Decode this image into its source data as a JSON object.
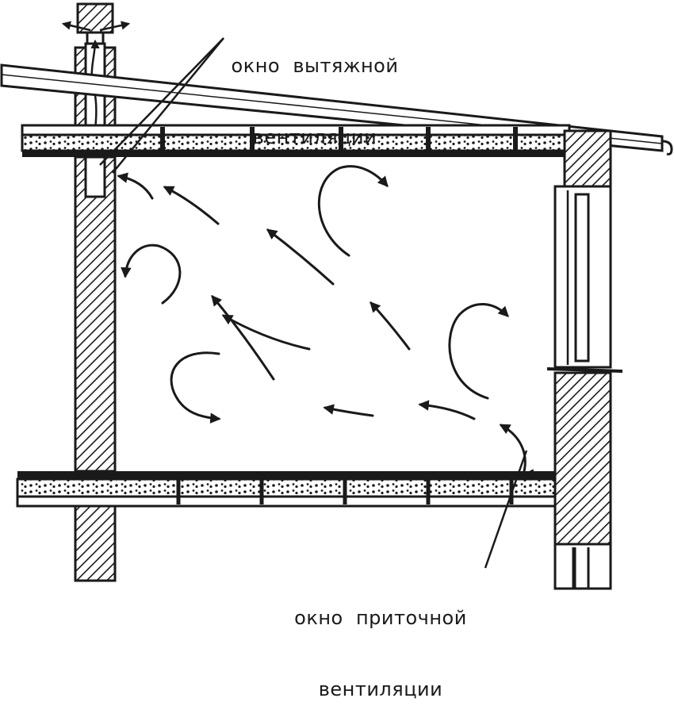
{
  "labels": {
    "exhaust_window": {
      "line1": "окно  вытяжной",
      "line2": "вентиляции"
    },
    "supply_window": {
      "line1": "окно  приточной",
      "line2": "вентиляции"
    }
  },
  "colors": {
    "ink": "#1a1a1a",
    "paper": "#ffffff"
  }
}
